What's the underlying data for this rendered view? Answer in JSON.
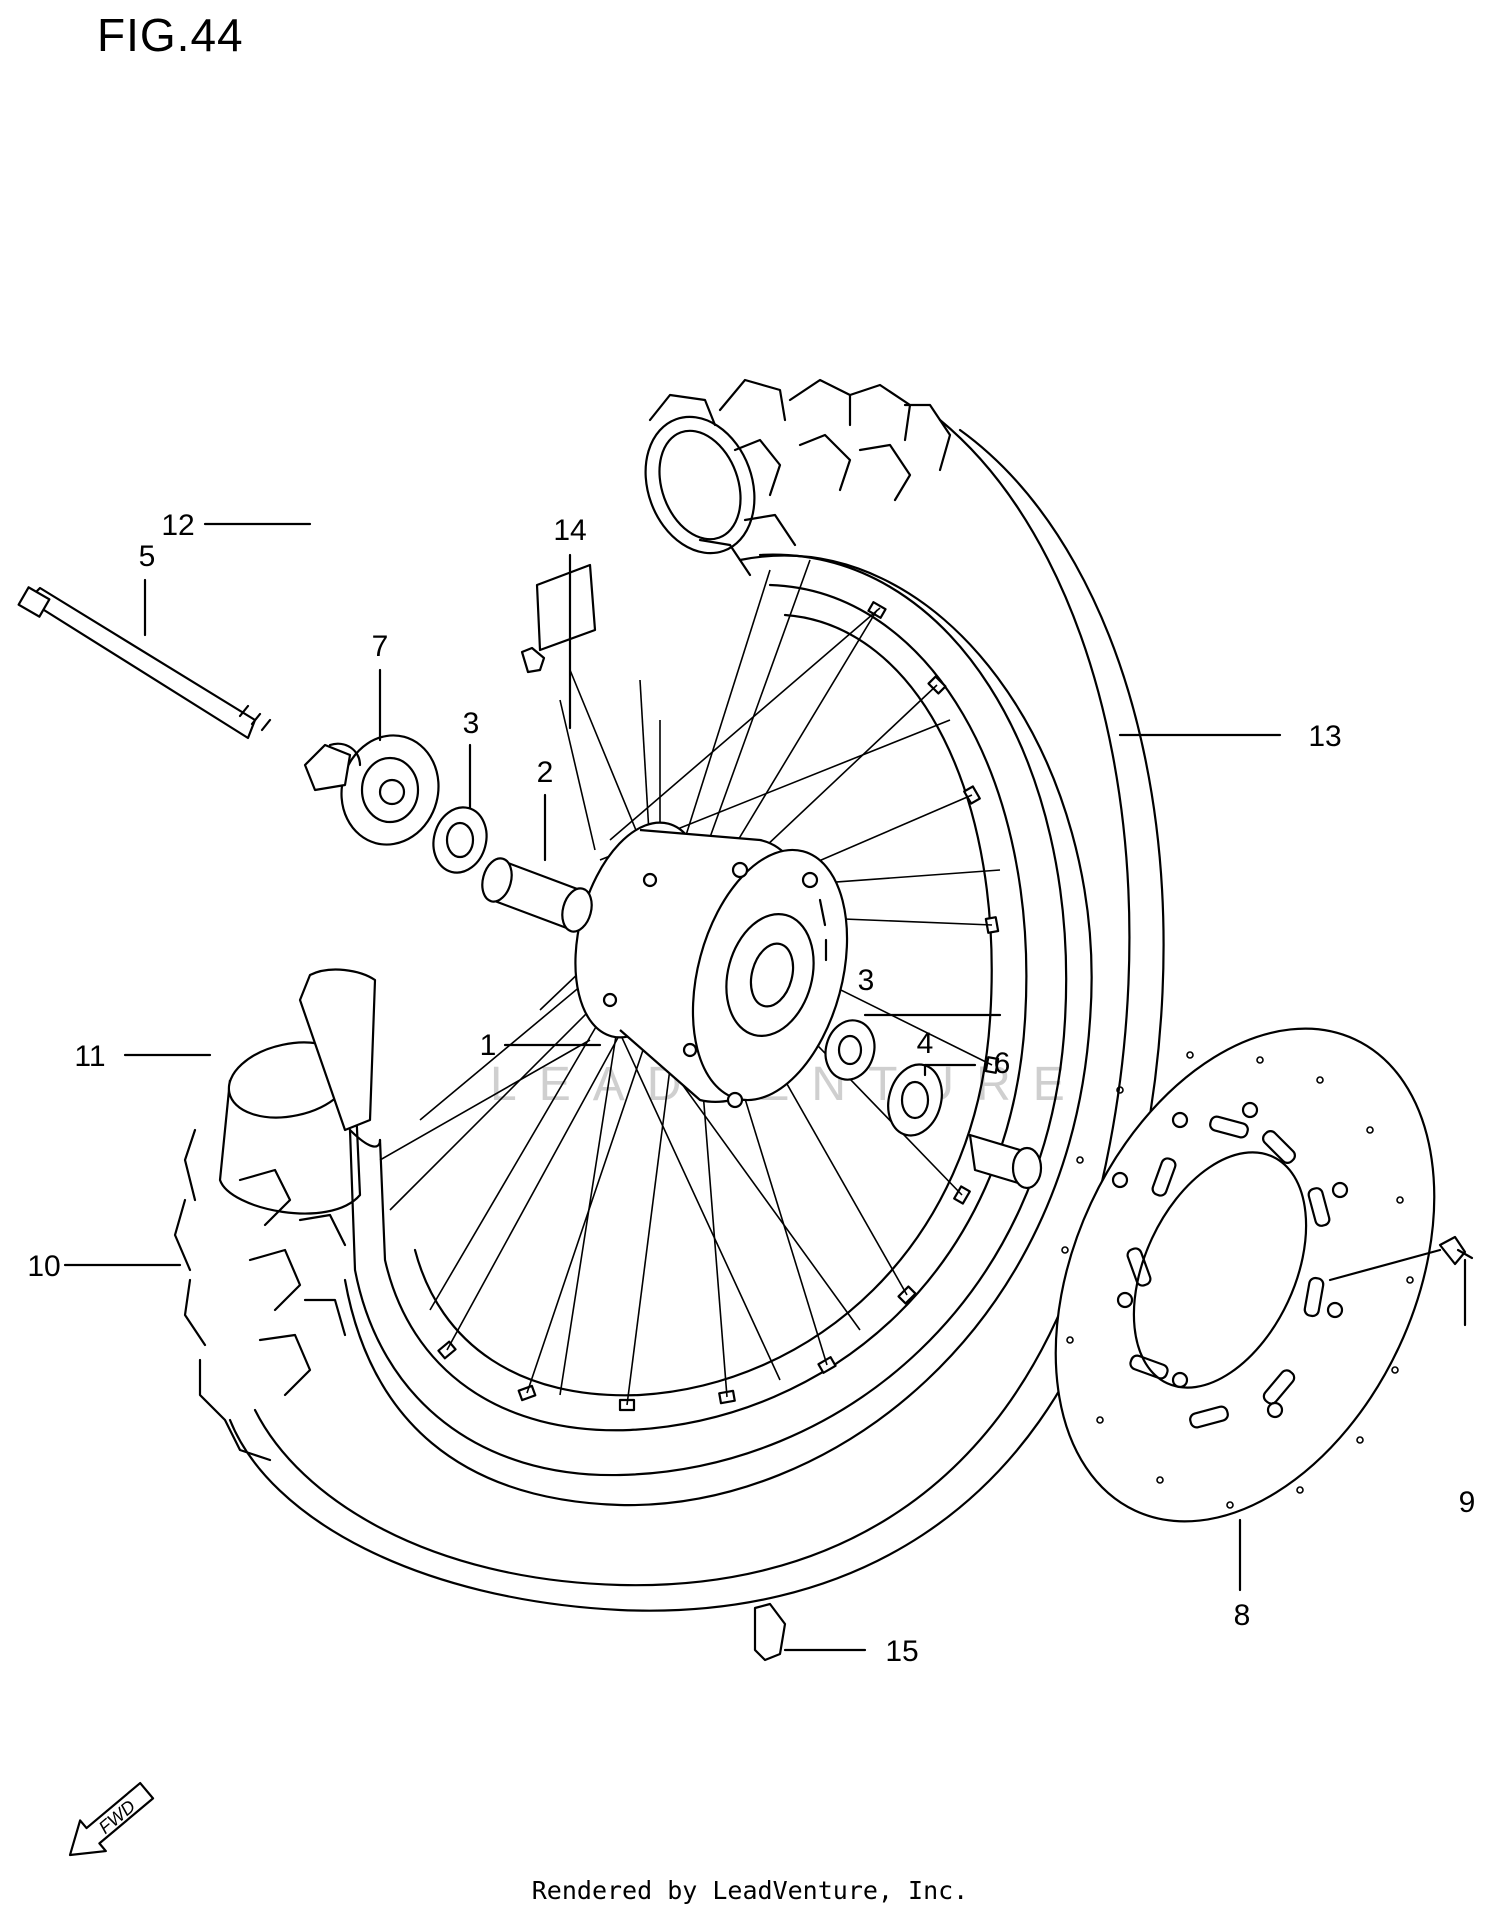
{
  "figure": {
    "title": "FIG.44"
  },
  "footer": {
    "text": "Rendered by LeadVenture, Inc."
  },
  "watermark": {
    "text": "LEADVENTURE"
  },
  "fwd_badge": {
    "text": "FWD"
  },
  "callouts": [
    {
      "id": "c1",
      "number": "1"
    },
    {
      "id": "c2",
      "number": "2"
    },
    {
      "id": "c3a",
      "number": "3"
    },
    {
      "id": "c3b",
      "number": "3"
    },
    {
      "id": "c4",
      "number": "4"
    },
    {
      "id": "c5",
      "number": "5"
    },
    {
      "id": "c6",
      "number": "6"
    },
    {
      "id": "c7",
      "number": "7"
    },
    {
      "id": "c8",
      "number": "8"
    },
    {
      "id": "c9",
      "number": "9"
    },
    {
      "id": "c10",
      "number": "10"
    },
    {
      "id": "c11",
      "number": "11"
    },
    {
      "id": "c12",
      "number": "12"
    },
    {
      "id": "c13",
      "number": "13"
    },
    {
      "id": "c14",
      "number": "14"
    },
    {
      "id": "c15",
      "number": "15"
    }
  ]
}
